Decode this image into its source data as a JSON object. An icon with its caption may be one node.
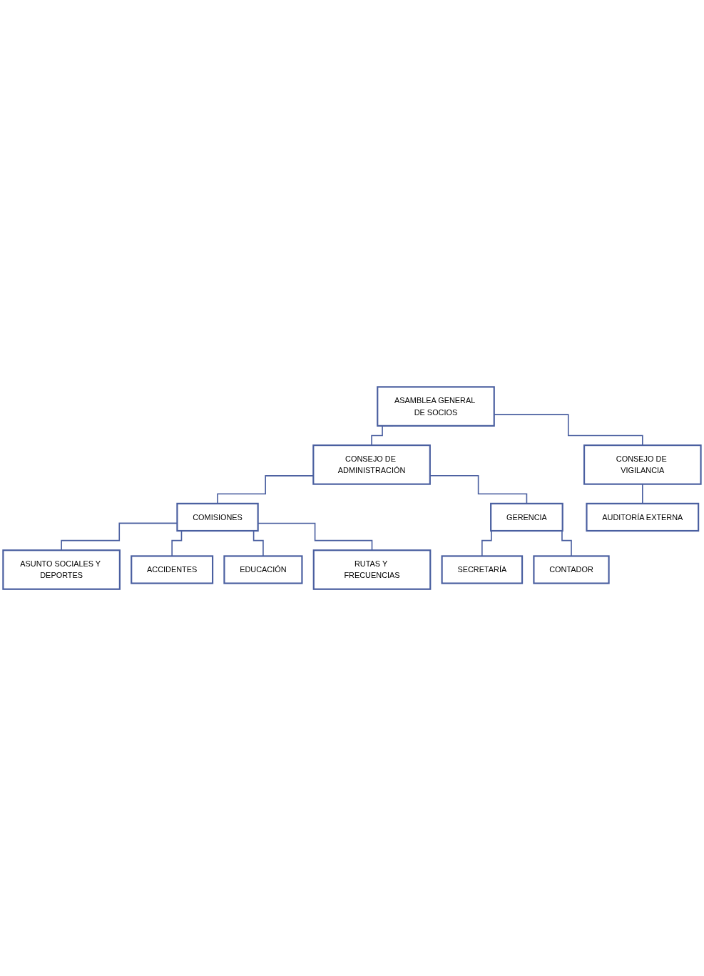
{
  "diagram": {
    "nodes": [
      {
        "text": [
          "ASAMBLEA GENERAL DE SOCIOS"
        ]
      },
      {
        "text": [
          "CONSEJO DE ADMINISTRACIÓN"
        ]
      },
      {
        "text": [
          "CONSEJO DE VIGILANCIA"
        ]
      },
      {
        "text": [
          "COMISIONES"
        ]
      },
      {
        "text": [
          "GERENCIA"
        ]
      },
      {
        "text": [
          "AUDITORÍA EXTERNA"
        ]
      },
      {
        "text": [
          "ASUNTO SOCIALES Y DEPORTES"
        ]
      },
      {
        "text": [
          "SECRETARÍA"
        ]
      },
      {
        "text": [
          "ACCIDENTES"
        ]
      },
      {
        "text": [
          "CONTADOR"
        ]
      },
      {
        "text": [
          "EDUCACIÓN"
        ]
      },
      {
        "text": [
          "RUTAS Y FRECUENCIAS"
        ]
      }
    ],
    "edges": [
      {
        "from": 0,
        "to": 1,
        "arrow": "none"
      },
      {
        "from": 0,
        "to": 2,
        "arrow": "none"
      },
      {
        "from": 1,
        "to": 3,
        "arrow": "none"
      },
      {
        "from": 1,
        "to": 4,
        "arrow": "none"
      },
      {
        "from": 2,
        "to": 5,
        "arrow": "none"
      },
      {
        "from": 3,
        "to": 6,
        "arrow": "none"
      },
      {
        "from": 3,
        "to": 8,
        "arrow": "none"
      },
      {
        "from": 3,
        "to": 10,
        "arrow": "none"
      },
      {
        "from": 3,
        "to": 11,
        "arrow": "none"
      },
      {
        "from": 4,
        "to": 7,
        "arrow": "none"
      },
      {
        "from": 4,
        "to": 9,
        "arrow": "none"
      }
    ]
  }
}
